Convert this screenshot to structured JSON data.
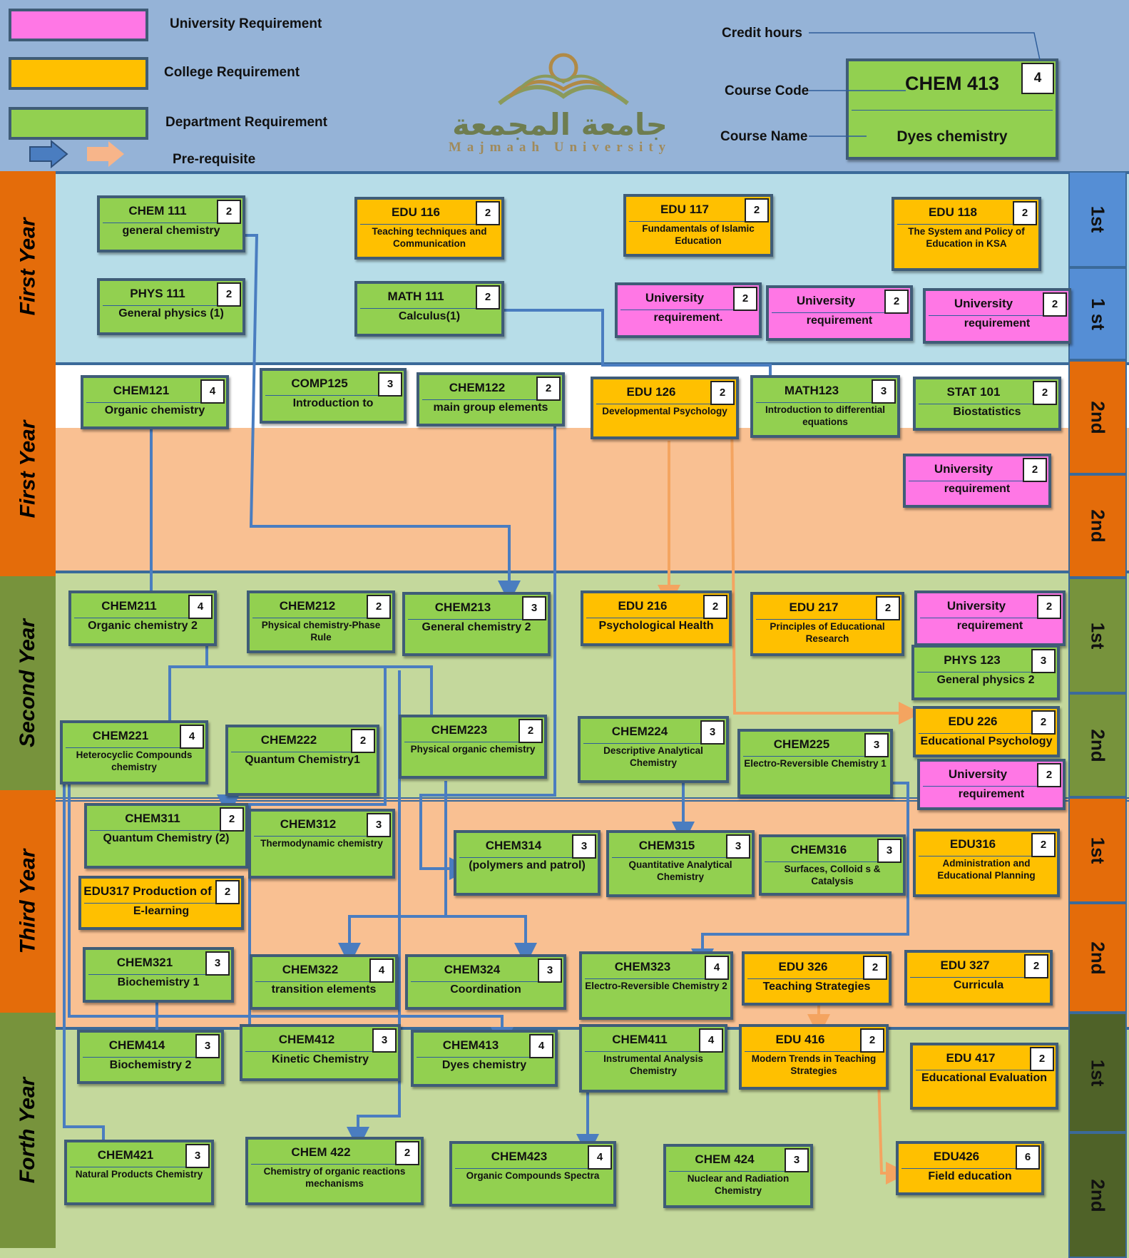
{
  "legend": {
    "university": "University Requirement",
    "college": "College Requirement",
    "department": "Department Requirement",
    "prerequisite": "Pre-requisite"
  },
  "logo": {
    "arabic": "جامعة المجمعة",
    "english": "Majmaah University"
  },
  "key": {
    "credit_hours_label": "Credit hours",
    "course_code_label": "Course Code",
    "course_name_label": "Course Name",
    "sample_code": "CHEM 413",
    "sample_name": "Dyes chemistry",
    "sample_credits": "4"
  },
  "years": {
    "y1a": "First Year",
    "y1b": "First Year",
    "y2": "Second Year",
    "y3": "Third Year",
    "y4": "Forth Year"
  },
  "semesters": {
    "s1": "1st",
    "s2": "1 st",
    "s3": "2nd",
    "s4": "2nd",
    "s5": "1st",
    "s6": "2nd",
    "s7": "1st",
    "s8": "2nd",
    "s9": "1st",
    "s10": "2nd"
  },
  "colors": {
    "university": "#ff77e5",
    "college": "#ffc000",
    "department": "#92d050",
    "blue_arrow": "#4a7dc0",
    "orange_arrow": "#f4a460"
  },
  "courses": [
    {
      "code": "CHEM 111",
      "name": "general chemistry",
      "credits": "2"
    },
    {
      "code": "EDU 116",
      "name": "Teaching techniques and Communication",
      "credits": "2"
    },
    {
      "code": "EDU 117",
      "name": "Fundamentals of Islamic Education",
      "credits": "2"
    },
    {
      "code": "EDU 118",
      "name": "The System and Policy of Education in KSA",
      "credits": "2"
    },
    {
      "code": "PHYS 111",
      "name": "General physics (1)",
      "credits": "2"
    },
    {
      "code": "MATH 111",
      "name": "Calculus(1)",
      "credits": "2"
    },
    {
      "code": "University",
      "name": "requirement.",
      "credits": "2"
    },
    {
      "code": "University",
      "name": "requirement",
      "credits": "2"
    },
    {
      "code": "University",
      "name": "requirement",
      "credits": "2"
    },
    {
      "code": "CHEM121",
      "name": "Organic chemistry",
      "credits": "4"
    },
    {
      "code": "COMP125",
      "name": "Introduction to",
      "credits": "3"
    },
    {
      "code": "CHEM122",
      "name": "main group elements",
      "credits": "2"
    },
    {
      "code": "EDU 126",
      "name": "Developmental Psychology",
      "credits": "2"
    },
    {
      "code": "MATH123",
      "name": "Introduction to differential equations",
      "credits": "3"
    },
    {
      "code": "STAT 101",
      "name": "Biostatistics",
      "credits": "2"
    },
    {
      "code": "University",
      "name": "requirement",
      "credits": "2"
    },
    {
      "code": "CHEM211",
      "name": "Organic chemistry 2",
      "credits": "4"
    },
    {
      "code": "CHEM212",
      "name": "Physical chemistry-Phase Rule",
      "credits": "2"
    },
    {
      "code": "CHEM213",
      "name": "General chemistry 2",
      "credits": "3"
    },
    {
      "code": "EDU 216",
      "name": "Psychological Health",
      "credits": "2"
    },
    {
      "code": "EDU 217",
      "name": "Principles of Educational Research",
      "credits": "2"
    },
    {
      "code": "University",
      "name": "requirement",
      "credits": "2"
    },
    {
      "code": "PHYS 123",
      "name": "General physics 2",
      "credits": "3"
    },
    {
      "code": "CHEM221",
      "name": "Heterocyclic Compounds chemistry",
      "credits": "4"
    },
    {
      "code": "CHEM222",
      "name": "Quantum Chemistry1",
      "credits": "2"
    },
    {
      "code": "CHEM223",
      "name": "Physical organic chemistry",
      "credits": "2"
    },
    {
      "code": "CHEM224",
      "name": "Descriptive Analytical Chemistry",
      "credits": "3"
    },
    {
      "code": "CHEM225",
      "name": "Electro-Reversible Chemistry 1",
      "credits": "3"
    },
    {
      "code": "EDU 226",
      "name": "Educational Psychology",
      "credits": "2"
    },
    {
      "code": "University",
      "name": "requirement",
      "credits": "2"
    },
    {
      "code": "CHEM311",
      "name": "Quantum Chemistry (2)",
      "credits": "2"
    },
    {
      "code": "CHEM312",
      "name": "Thermodynamic chemistry",
      "credits": "3"
    },
    {
      "code": "CHEM314",
      "name": "(polymers and patrol)",
      "credits": "3"
    },
    {
      "code": "CHEM315",
      "name": "Quantitative Analytical Chemistry",
      "credits": "3"
    },
    {
      "code": "CHEM316",
      "name": "Surfaces, Colloid s & Catalysis",
      "credits": "3"
    },
    {
      "code": "EDU316",
      "name": "Administration and Educational Planning",
      "credits": "2"
    },
    {
      "code": "EDU317   Production of",
      "name": "E-learning",
      "credits": "2"
    },
    {
      "code": "CHEM321",
      "name": "Biochemistry 1",
      "credits": "3"
    },
    {
      "code": "CHEM322",
      "name": "transition elements",
      "credits": "4"
    },
    {
      "code": "CHEM324",
      "name": "Coordination",
      "credits": "3"
    },
    {
      "code": "CHEM323",
      "name": "Electro-Reversible Chemistry 2",
      "credits": "4"
    },
    {
      "code": "EDU 326",
      "name": "Teaching Strategies",
      "credits": "2"
    },
    {
      "code": "EDU 327",
      "name": "Curricula",
      "credits": "2"
    },
    {
      "code": "CHEM414",
      "name": "Biochemistry  2",
      "credits": "3"
    },
    {
      "code": "CHEM412",
      "name": "Kinetic Chemistry",
      "credits": "3"
    },
    {
      "code": "CHEM413",
      "name": "Dyes chemistry",
      "credits": "4"
    },
    {
      "code": "CHEM411",
      "name": "Instrumental Analysis Chemistry",
      "credits": "4"
    },
    {
      "code": "EDU 416",
      "name": "Modern Trends in Teaching Strategies",
      "credits": "2"
    },
    {
      "code": "EDU 417",
      "name": "Educational Evaluation",
      "credits": "2"
    },
    {
      "code": "CHEM421",
      "name": "Natural Products Chemistry",
      "credits": "3"
    },
    {
      "code": "CHEM 422",
      "name": "Chemistry of organic reactions mechanisms",
      "credits": "2"
    },
    {
      "code": "CHEM423",
      "name": "Organic Compounds Spectra",
      "credits": "4"
    },
    {
      "code": "CHEM 424",
      "name": "Nuclear and Radiation Chemistry",
      "credits": "3"
    },
    {
      "code": "EDU426",
      "name": "Field education",
      "credits": "6"
    }
  ]
}
